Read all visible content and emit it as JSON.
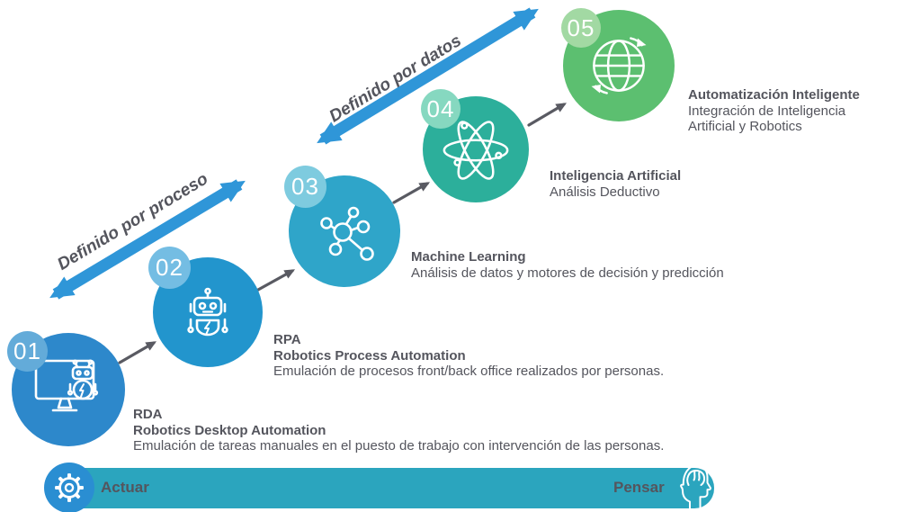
{
  "diagram": {
    "title_arrows": [
      {
        "label": "Definido por proceso"
      },
      {
        "label": "Definido por datos"
      }
    ],
    "steps": [
      {
        "number": "01",
        "icon": "desktop-robot-icon",
        "title_lines": [
          "RDA",
          "Robotics Desktop Automation"
        ],
        "desc_lines": [
          "Emulación de tareas manuales en el puesto de trabajo con intervención de las personas."
        ],
        "circle_color": "#2d88cb",
        "badge_color": "#63abd9"
      },
      {
        "number": "02",
        "icon": "robot-icon",
        "title_lines": [
          "RPA",
          "Robotics Process Automation"
        ],
        "desc_lines": [
          "Emulación de procesos front/back office realizados por personas."
        ],
        "circle_color": "#2295cd",
        "badge_color": "#74bde3"
      },
      {
        "number": "03",
        "icon": "network-nodes-icon",
        "title_lines": [
          "Machine Learning"
        ],
        "desc_lines": [
          "Análisis de datos y motores de decisión y predicción"
        ],
        "circle_color": "#2fa5c9",
        "badge_color": "#7ecbdf"
      },
      {
        "number": "04",
        "icon": "atom-icon",
        "title_lines": [
          "Inteligencia Artificial"
        ],
        "desc_lines": [
          "Análisis Deductivo"
        ],
        "circle_color": "#2caf9b",
        "badge_color": "#86d8c0"
      },
      {
        "number": "05",
        "icon": "globe-icon",
        "title_lines": [
          "Automatización Inteligente"
        ],
        "desc_lines": [
          "Integración de Inteligencia",
          "Artificial y Robotics"
        ],
        "circle_color": "#5cbf70",
        "badge_color": "#a2d9a3"
      }
    ],
    "footer": {
      "left_label": "Actuar",
      "right_label": "Pensar",
      "left_icon": "gear-icon",
      "right_icon": "head-brain-icon",
      "bar_color": "#2ba5be",
      "gear_circle_color": "#2a8ed2"
    },
    "colors": {
      "axis_arrow_blue": "#2f96d8",
      "connector_gray": "#595a62",
      "text_dark": "#54555d"
    }
  }
}
